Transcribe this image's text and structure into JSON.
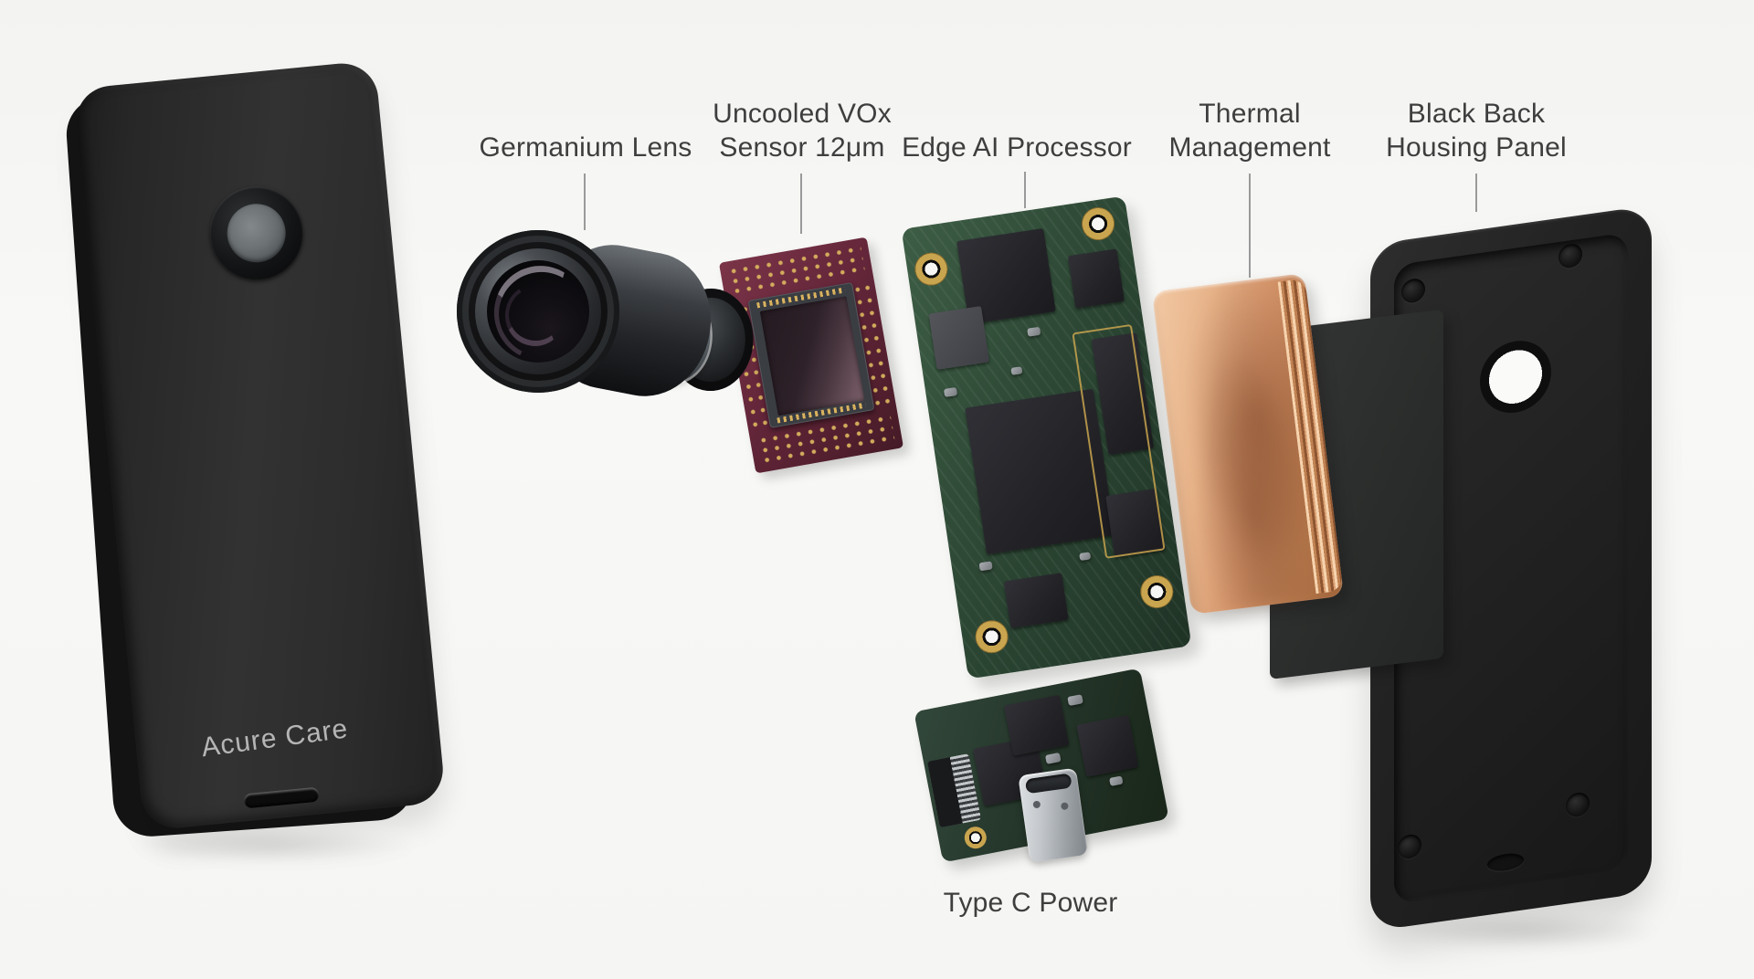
{
  "meta": {
    "scene": "exploded-view diagram of a compact thermal camera",
    "background_color": "#f5f5f3",
    "label_text_color": "#3e3e3e",
    "leader_line_color": "#9a9a9a"
  },
  "device": {
    "brand": "Acure Care"
  },
  "labels": {
    "germanium_lens": {
      "line1": "Germanium Lens"
    },
    "vox_sensor": {
      "line1": "Uncooled VOx",
      "line2": "Sensor 12μm"
    },
    "edge_ai": {
      "line1": "Edge AI Processor"
    },
    "thermal": {
      "line1": "Thermal",
      "line2": "Management"
    },
    "back_housing": {
      "line1": "Black Back",
      "line2": "Housing Panel"
    },
    "type_c": {
      "line1": "Type C Power"
    }
  },
  "components": {
    "front_housing": {
      "name": "front housing",
      "color": "#2c2c2c"
    },
    "germanium_lens": {
      "name": "germanium lens assembly",
      "color": "#3b3e42"
    },
    "vox_sensor": {
      "name": "uncooled VOx sensor package",
      "color": "#64263a",
      "trace_color": "#d9b25e"
    },
    "edge_ai_processor": {
      "name": "edge AI processor board",
      "color": "#2d4835"
    },
    "thermal_management": {
      "name": "copper thermal plate",
      "color": "#d4946a"
    },
    "graphite_pad": {
      "name": "graphite pad",
      "color": "#2b2d2c"
    },
    "back_housing": {
      "name": "black back housing panel",
      "color": "#1f1f1f"
    },
    "type_c_board": {
      "name": "type-c power board",
      "color": "#243529",
      "connector_color": "#c2c6ca"
    }
  }
}
